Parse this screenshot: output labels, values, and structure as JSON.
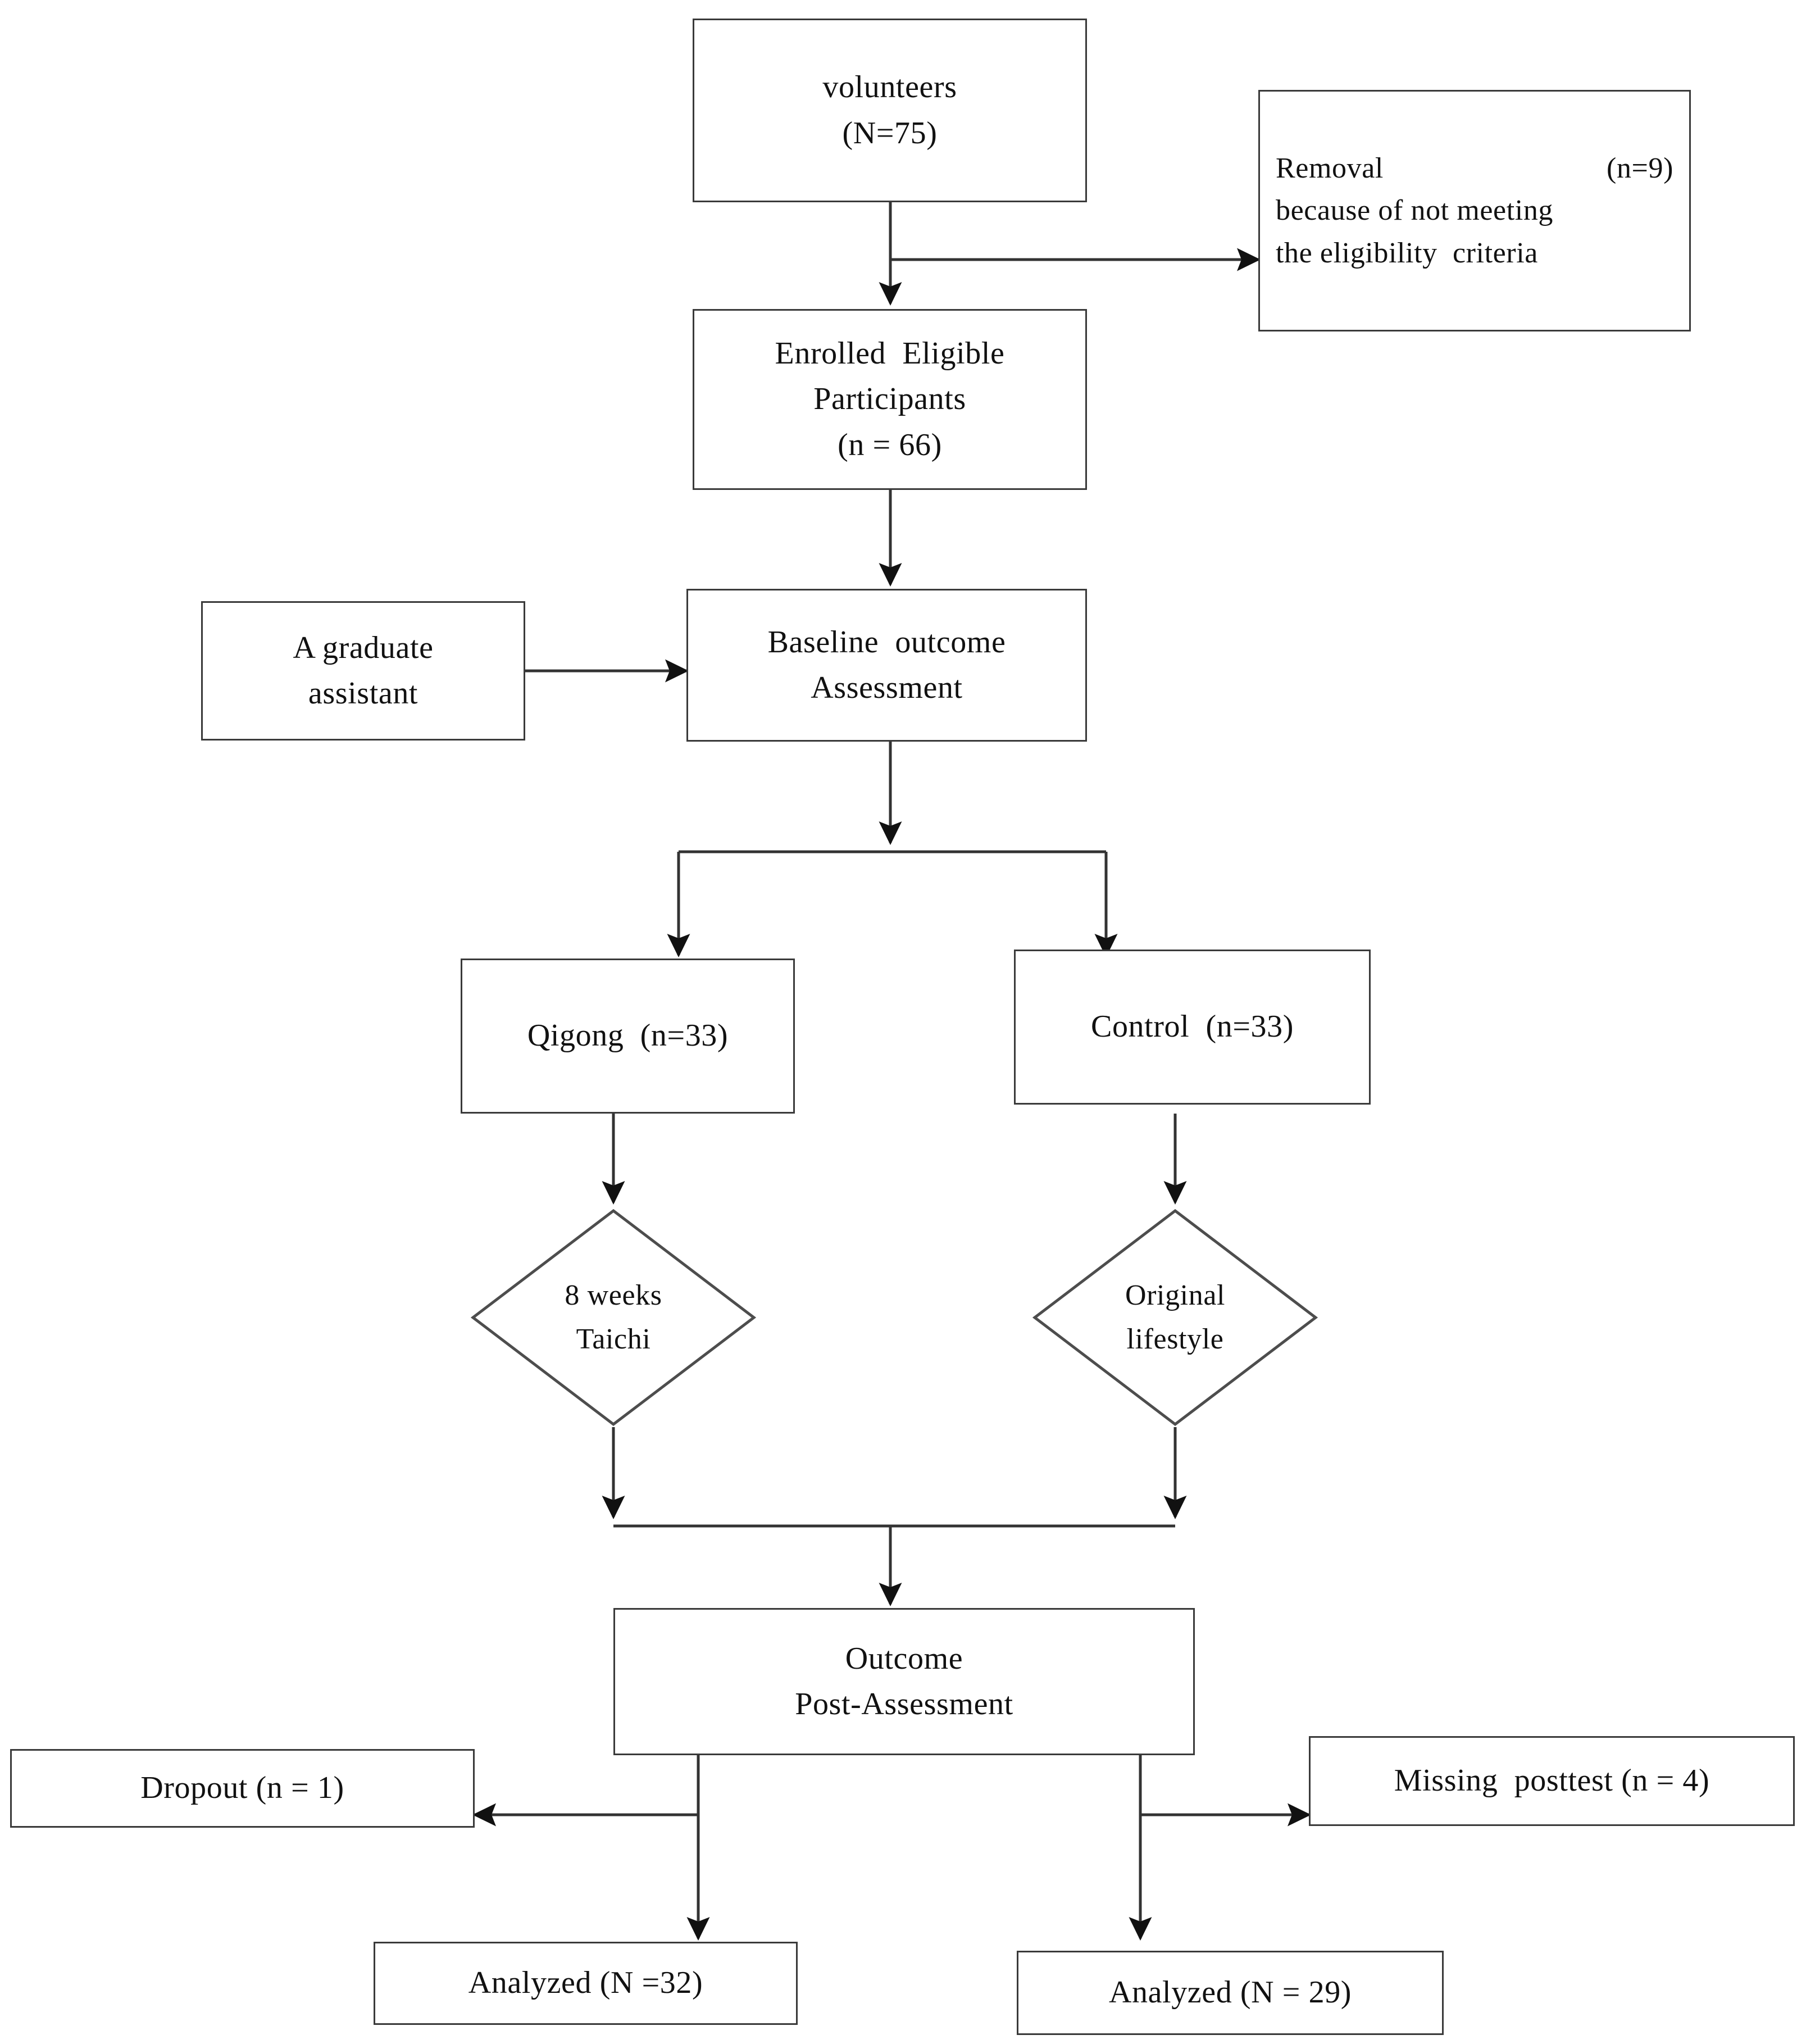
{
  "diagram": {
    "title": "CONSORT participant flow diagram",
    "stroke_color": "#3a3a3a",
    "text_color": "#111111",
    "background": "#ffffff"
  },
  "nodes": {
    "volunteers": {
      "shape": "rect",
      "line1": "volunteers",
      "line2": "(N=75)"
    },
    "removal": {
      "shape": "rect",
      "line1_left": "Removal",
      "line1_right": "(n=9)",
      "line2": "because of not meeting",
      "line3": "the eligibility  criteria"
    },
    "enrolled": {
      "shape": "rect",
      "line1": "Enrolled  Eligible",
      "line2": "Participants",
      "line3": "(n = 66)"
    },
    "graduate_assistant": {
      "shape": "rect",
      "line1": "A graduate",
      "line2": "assistant"
    },
    "baseline": {
      "shape": "rect",
      "line1": "Baseline  outcome",
      "line2": "Assessment"
    },
    "qigong": {
      "shape": "rect",
      "line1": "Qigong  (n=33)"
    },
    "control": {
      "shape": "rect",
      "line1": "Control  (n=33)"
    },
    "taichi": {
      "shape": "diamond",
      "line1": "8 weeks",
      "line2": "Taichi"
    },
    "original_lifestyle": {
      "shape": "diamond",
      "line1": "Original",
      "line2": "lifestyle"
    },
    "outcome_post": {
      "shape": "rect",
      "line1": "Outcome",
      "line2": "Post-Assessment"
    },
    "dropout": {
      "shape": "rect",
      "line1": "Dropout (n = 1)"
    },
    "missing_posttest": {
      "shape": "rect",
      "line1": "Missing  posttest (n = 4)"
    },
    "analyzed_left": {
      "shape": "rect",
      "line1": "Analyzed (N =32)"
    },
    "analyzed_right": {
      "shape": "rect",
      "line1": "Analyzed (N = 29)"
    }
  },
  "flow": {
    "edges": [
      {
        "from": "volunteers",
        "to": "enrolled",
        "type": "down-arrow"
      },
      {
        "from": "volunteers",
        "to": "removal",
        "type": "right-arrow"
      },
      {
        "from": "enrolled",
        "to": "baseline",
        "type": "down-arrow"
      },
      {
        "from": "graduate_assistant",
        "to": "baseline",
        "type": "right-arrow"
      },
      {
        "from": "baseline",
        "to": "qigong",
        "type": "split-down-arrow"
      },
      {
        "from": "baseline",
        "to": "control",
        "type": "split-down-arrow"
      },
      {
        "from": "qigong",
        "to": "taichi",
        "type": "down-arrow"
      },
      {
        "from": "control",
        "to": "original_lifestyle",
        "type": "down-arrow"
      },
      {
        "from": "taichi",
        "to": "outcome_post",
        "type": "merge-down-arrow"
      },
      {
        "from": "original_lifestyle",
        "to": "outcome_post",
        "type": "merge-down-arrow"
      },
      {
        "from": "outcome_post",
        "to": "dropout",
        "type": "left-arrow"
      },
      {
        "from": "outcome_post",
        "to": "missing_posttest",
        "type": "right-arrow"
      },
      {
        "from": "outcome_post",
        "to": "analyzed_left",
        "type": "down-arrow"
      },
      {
        "from": "outcome_post",
        "to": "analyzed_right",
        "type": "down-arrow"
      }
    ]
  }
}
